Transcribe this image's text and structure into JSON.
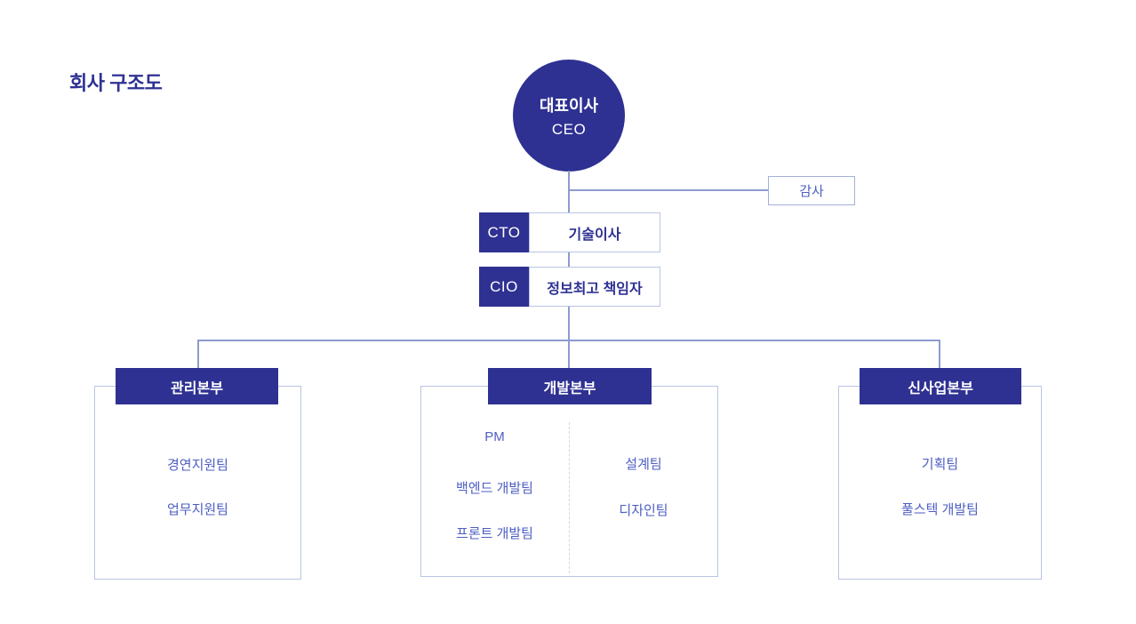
{
  "page": {
    "title": "회사 구조도"
  },
  "colors": {
    "primary": "#2e3192",
    "label_text": "#4d5ec1",
    "box_border": "#b9c4e4",
    "connector_line": "#8d9bd1",
    "audit_border": "#a3b0da",
    "dashed_divider": "#ccd5ec"
  },
  "ceo": {
    "line1": "대표이사",
    "line2": "CEO"
  },
  "audit": {
    "label": "감사"
  },
  "executives": [
    {
      "abbr": "CTO",
      "title": "기술이사"
    },
    {
      "abbr": "CIO",
      "title": "정보최고 책임자"
    }
  ],
  "departments": [
    {
      "name": "관리본부",
      "teams": [
        "경연지원팀",
        "업무지원팀"
      ]
    },
    {
      "name": "개발본부",
      "left_teams": [
        "PM",
        "백엔드 개발팀",
        "프론트 개발팀"
      ],
      "right_teams": [
        "설계팀",
        "디자인팀"
      ]
    },
    {
      "name": "신사업본부",
      "teams": [
        "기획팀",
        "풀스텍 개발팀"
      ]
    }
  ]
}
